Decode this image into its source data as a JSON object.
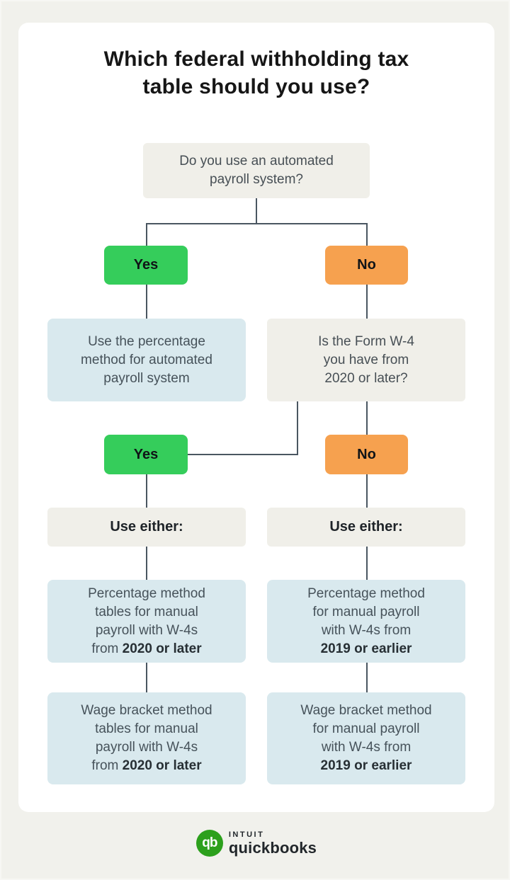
{
  "title": "Which federal withholding tax\ntable should you use?",
  "colors": {
    "page_background": "#f1f1ec",
    "card_background": "#ffffff",
    "question_box": "#f0efe9",
    "result_box": "#d9e9ee",
    "yes_green": "#35cd5b",
    "no_orange": "#f6a14f",
    "connector": "#4a5661",
    "brand_green": "#2ca01c"
  },
  "nodes": {
    "q1": "Do you use an automated\npayroll system?",
    "yes1": "Yes",
    "no1": "No",
    "auto_result": "Use the percentage\nmethod for automated\npayroll system",
    "q2": "Is the Form W-4\nyou have from\n2020 or later?",
    "yes2": "Yes",
    "no2": "No",
    "use_either_left": "Use either:",
    "use_either_right": "Use either:",
    "pm_left": {
      "pre": "Percentage method\ntables for manual\npayroll with W-4s\nfrom ",
      "bold": "2020 or later"
    },
    "wb_left": {
      "pre": "Wage bracket method\ntables for manual\npayroll with W-4s\nfrom ",
      "bold": "2020 or later"
    },
    "pm_right": {
      "pre": "Percentage method\nfor manual payroll\nwith W-4s from\n",
      "bold": "2019 or earlier"
    },
    "wb_right": {
      "pre": "Wage bracket method\nfor manual payroll\nwith W-4s from\n",
      "bold": "2019 or earlier"
    }
  },
  "footer": {
    "monogram": "qb",
    "brand_name": "intuit",
    "product_name": "quickbooks"
  }
}
